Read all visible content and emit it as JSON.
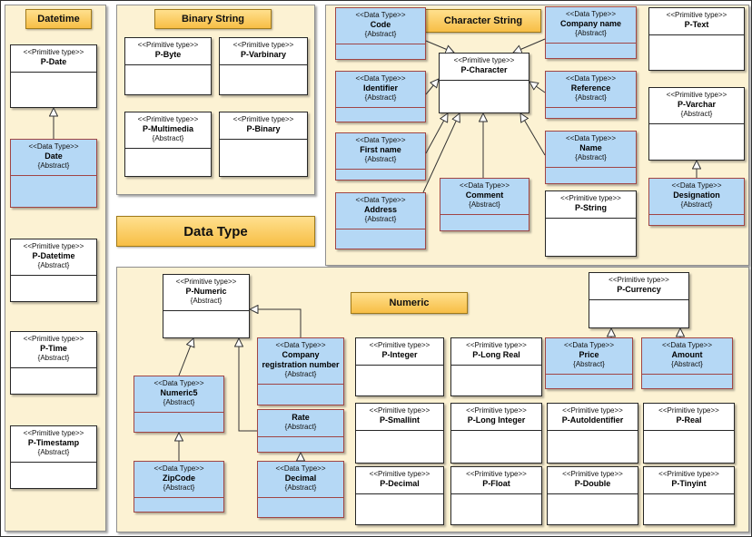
{
  "colors": {
    "group_background": "#FCF2D3",
    "title_gold": "#F7BE45",
    "abstract_type_blue": "#B5D8F5",
    "blue_node_border": "#A04545"
  },
  "canvas_label": {
    "text": "Data Type"
  },
  "groups": {
    "datetime": {
      "title": "Datetime"
    },
    "binary_string": {
      "title": "Binary String"
    },
    "character_string": {
      "title": "Character String"
    },
    "numeric": {
      "title": "Numeric"
    }
  },
  "nodes": {
    "p_date": {
      "stereotype": "<<Primitive type>>",
      "name": "P-Date",
      "abstract": ""
    },
    "date": {
      "stereotype": "<<Data Type>>",
      "name": "Date",
      "abstract": "{Abstract}"
    },
    "p_datetime": {
      "stereotype": "<<Primitive type>>",
      "name": "P-Datetime",
      "abstract": "{Abstract}"
    },
    "p_time": {
      "stereotype": "<<Primitive type>>",
      "name": "P-Time",
      "abstract": "{Abstract}"
    },
    "p_timestamp": {
      "stereotype": "<<Primitive type>>",
      "name": "P-Timestamp",
      "abstract": "{Abstract}"
    },
    "p_byte": {
      "stereotype": "<<Primitive type>>",
      "name": "P-Byte",
      "abstract": ""
    },
    "p_varbinary": {
      "stereotype": "<<Primitive type>>",
      "name": "P-Varbinary",
      "abstract": ""
    },
    "p_multimedia": {
      "stereotype": "<<Primitive type>>",
      "name": "P-Multimedia",
      "abstract": "{Abstract}"
    },
    "p_binary": {
      "stereotype": "<<Primitive type>>",
      "name": "P-Binary",
      "abstract": ""
    },
    "code": {
      "stereotype": "<<Data Type>>",
      "name": "Code",
      "abstract": "{Abstract}"
    },
    "company_name": {
      "stereotype": "<<Data Type>>",
      "name": "Company name",
      "abstract": "{Abstract}"
    },
    "p_text": {
      "stereotype": "<<Primitive type>>",
      "name": "P-Text",
      "abstract": ""
    },
    "p_character": {
      "stereotype": "<<Primitive type>>",
      "name": "P-Character",
      "abstract": ""
    },
    "identifier": {
      "stereotype": "<<Data Type>>",
      "name": "Identifier",
      "abstract": "{Abstract}"
    },
    "reference": {
      "stereotype": "<<Data Type>>",
      "name": "Reference",
      "abstract": "{Abstract}"
    },
    "p_varchar": {
      "stereotype": "<<Primitive type>>",
      "name": "P-Varchar",
      "abstract": "{Abstract}"
    },
    "first_name": {
      "stereotype": "<<Data Type>>",
      "name": "First name",
      "abstract": "{Abstract}"
    },
    "name": {
      "stereotype": "<<Data Type>>",
      "name": "Name",
      "abstract": "{Abstract}"
    },
    "comment": {
      "stereotype": "<<Data Type>>",
      "name": "Comment",
      "abstract": "{Abstract}"
    },
    "address": {
      "stereotype": "<<Data Type>>",
      "name": "Address",
      "abstract": "{Abstract}"
    },
    "p_string": {
      "stereotype": "<<Primitive type>>",
      "name": "P-String",
      "abstract": ""
    },
    "designation": {
      "stereotype": "<<Data Type>>",
      "name": "Designation",
      "abstract": "{Abstract}"
    },
    "p_numeric": {
      "stereotype": "<<Primitive type>>",
      "name": "P-Numeric",
      "abstract": "{Abstract}"
    },
    "p_currency": {
      "stereotype": "<<Primitive type>>",
      "name": "P-Currency",
      "abstract": ""
    },
    "company_registration_number": {
      "stereotype": "<<Data Type>>",
      "name": "Company registration number",
      "abstract": "{Abstract}"
    },
    "p_integer": {
      "stereotype": "<<Primitive type>>",
      "name": "P-Integer",
      "abstract": ""
    },
    "p_long_real": {
      "stereotype": "<<Primitive type>>",
      "name": "P-Long Real",
      "abstract": ""
    },
    "price": {
      "stereotype": "<<Data Type>>",
      "name": "Price",
      "abstract": "{Abstract}"
    },
    "amount": {
      "stereotype": "<<Data Type>>",
      "name": "Amount",
      "abstract": "{Abstract}"
    },
    "numeric5": {
      "stereotype": "<<Data Type>>",
      "name": "Numeric5",
      "abstract": "{Abstract}"
    },
    "rate": {
      "stereotype": "",
      "name": "Rate",
      "abstract": "{Abstract}"
    },
    "p_smallint": {
      "stereotype": "<<Primitive type>>",
      "name": "P-Smallint",
      "abstract": ""
    },
    "p_long_integer": {
      "stereotype": "<<Primitive type>>",
      "name": "P-Long Integer",
      "abstract": ""
    },
    "p_autoidentifier": {
      "stereotype": "<<Primitive type>>",
      "name": "P-AutoIdentifier",
      "abstract": ""
    },
    "p_real": {
      "stereotype": "<<Primitive type>>",
      "name": "P-Real",
      "abstract": ""
    },
    "zipcode": {
      "stereotype": "<<Data Type>>",
      "name": "ZipCode",
      "abstract": "{Abstract}"
    },
    "decimal": {
      "stereotype": "<<Data Type>>",
      "name": "Decimal",
      "abstract": "{Abstract}"
    },
    "p_decimal": {
      "stereotype": "<<Primitive type>>",
      "name": "P-Decimal",
      "abstract": ""
    },
    "p_float": {
      "stereotype": "<<Primitive type>>",
      "name": "P-Float",
      "abstract": ""
    },
    "p_double": {
      "stereotype": "<<Primitive type>>",
      "name": "P-Double",
      "abstract": ""
    },
    "p_tinyint": {
      "stereotype": "<<Primitive type>>",
      "name": "P-Tinyint",
      "abstract": ""
    }
  }
}
